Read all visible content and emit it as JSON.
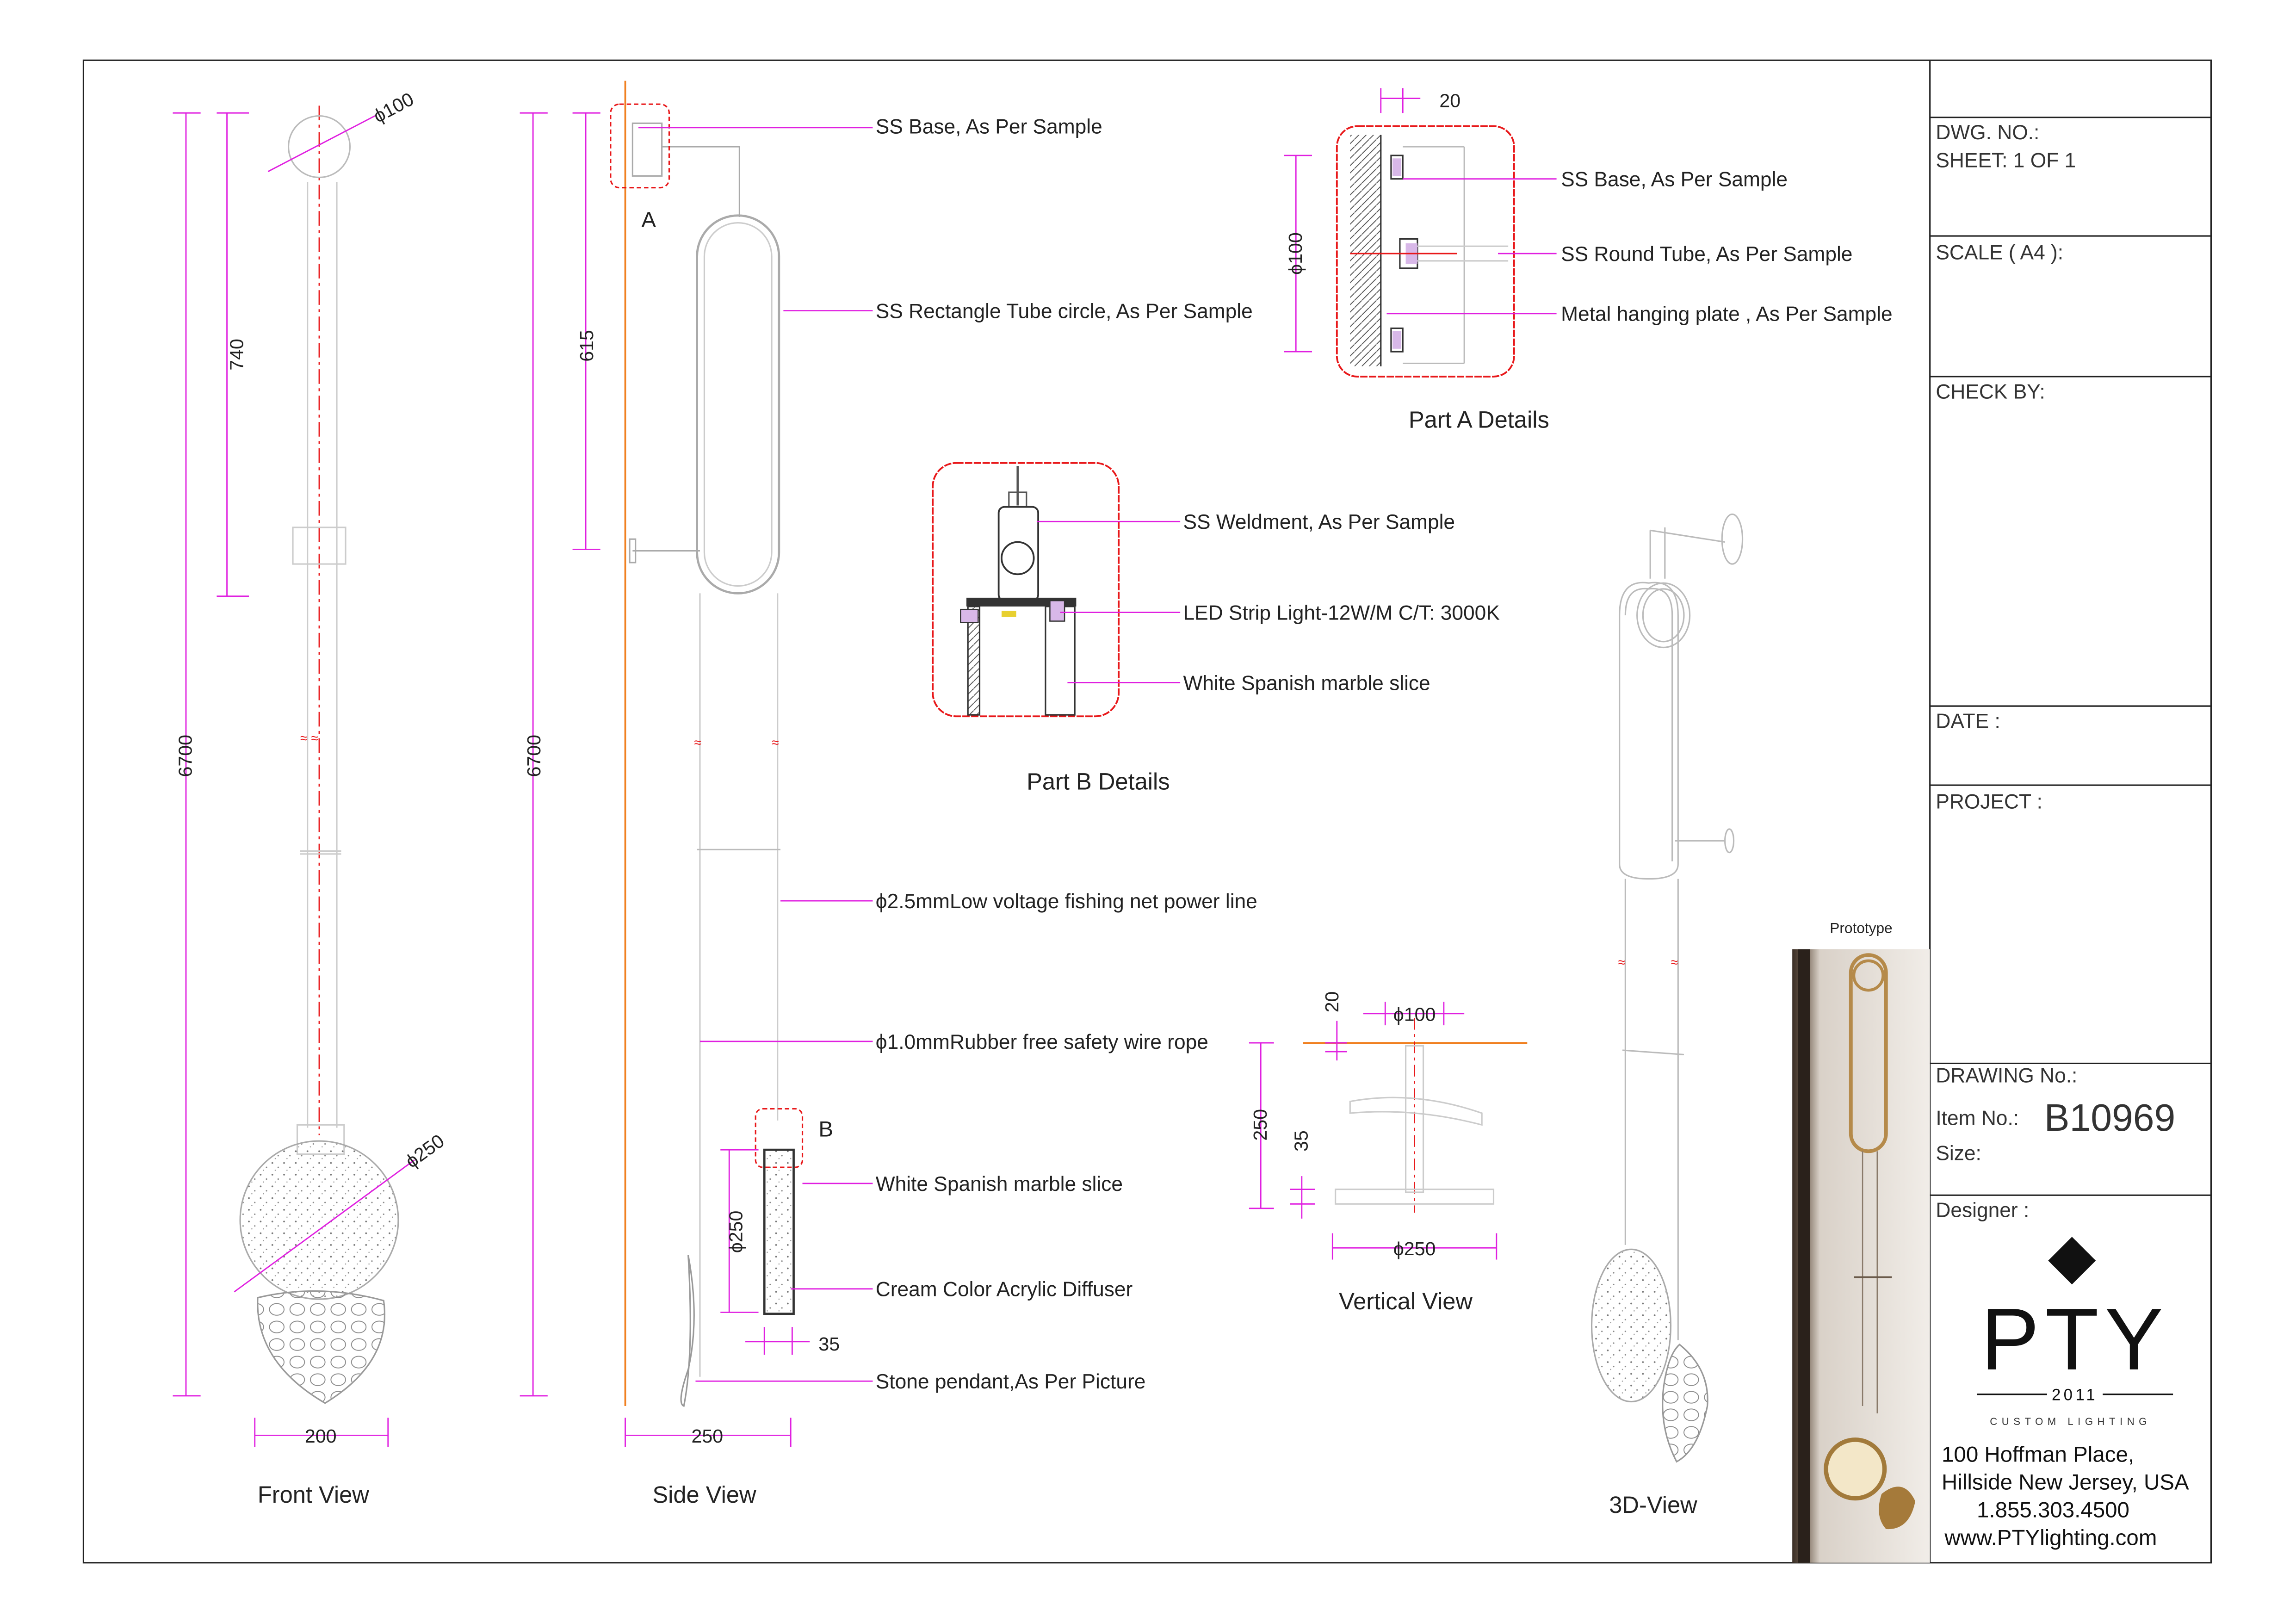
{
  "views": {
    "front": "Front View",
    "side": "Side View",
    "three_d": "3D-View",
    "vertical": "Vertical View",
    "part_a": "Part A Details",
    "part_b": "Part B Details",
    "prototype": "Prototype"
  },
  "markers": {
    "a": "A",
    "b": "B"
  },
  "dimensions": {
    "front_dia_base": "ϕ100",
    "front_740": "740",
    "front_6700": "6700",
    "front_dia_250": "ϕ250",
    "front_200": "200",
    "side_615": "615",
    "side_6700": "6700",
    "side_250": "250",
    "side_dia_250": "ϕ250",
    "side_35": "35",
    "parta_20": "20",
    "parta_dia_100": "ϕ100",
    "vert_20": "20",
    "vert_dia_100": "ϕ100",
    "vert_250": "250",
    "vert_35": "35",
    "vert_dia_250": "ϕ250"
  },
  "callouts": {
    "ss_base": "SS Base, As Per Sample",
    "ss_rect_tube": "SS Rectangle Tube circle, As Per Sample",
    "power_line": "ϕ2.5mmLow voltage fishing net power line",
    "wire_rope": "ϕ1.0mmRubber free safety wire rope",
    "marble_slice": "White Spanish marble slice",
    "acrylic": "Cream Color Acrylic Diffuser",
    "stone": "Stone pendant,As Per Picture",
    "parta_base": "SS Base, As Per Sample",
    "parta_tube": "SS Round Tube, As Per Sample",
    "parta_plate": "Metal hanging plate , As Per Sample",
    "partb_weld": "SS Weldment, As Per Sample",
    "partb_led": "LED Strip Light-12W/M C/T: 3000K",
    "partb_marble": "White Spanish marble slice"
  },
  "title_block": {
    "dwg_no": "DWG. NO.:",
    "sheet": "SHEET: 1 OF 1",
    "scale": "SCALE ( A4 ):",
    "check_by": "CHECK BY:",
    "date": "DATE :",
    "project": "PROJECT :",
    "drawing_no": "DRAWING No.:",
    "item_no_label": "Item No.:",
    "item_no": "B10969",
    "size": "Size:",
    "designer": "Designer :"
  },
  "brand": {
    "name": "PTY",
    "year": "2011",
    "tagline": "CUSTOM LIGHTING",
    "address1": "100 Hoffman Place,",
    "address2": "Hillside New Jersey, USA",
    "phone": "1.855.303.4500",
    "web": "www.PTYlighting.com"
  },
  "colors": {
    "dimension": "#e020e0",
    "highlight": "#e8181a",
    "centerline": "#f08020",
    "line": "#555555"
  }
}
